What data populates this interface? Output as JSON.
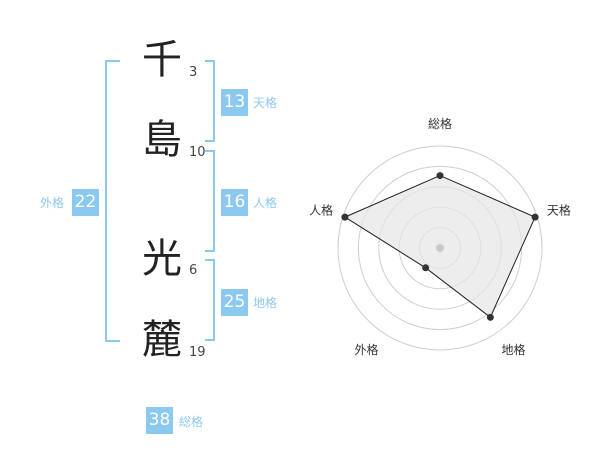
{
  "name": {
    "chars": [
      {
        "char": "千",
        "strokes": "3"
      },
      {
        "char": "島",
        "strokes": "10"
      },
      {
        "char": "光",
        "strokes": "6"
      },
      {
        "char": "麓",
        "strokes": "19"
      }
    ]
  },
  "fortunes": {
    "tenkaku": {
      "value": "13",
      "label": "天格"
    },
    "jinkaku": {
      "value": "16",
      "label": "人格"
    },
    "chikaku": {
      "value": "25",
      "label": "地格"
    },
    "gaikaku": {
      "value": "22",
      "label": "外格"
    },
    "soukaku": {
      "value": "38",
      "label": "総格"
    }
  },
  "colors": {
    "accent": "#8cc9ee",
    "polygon_fill": "#e6e6e6",
    "polygon_stroke": "#222222",
    "grid": "#cfcfcf"
  },
  "chart_data": {
    "type": "radar",
    "axes": [
      "総格",
      "天格",
      "地格",
      "外格",
      "人格"
    ],
    "values": [
      0.71,
      0.98,
      0.84,
      0.24,
      0.98
    ],
    "range": [
      0,
      1
    ],
    "rings": 5,
    "grid": true
  }
}
